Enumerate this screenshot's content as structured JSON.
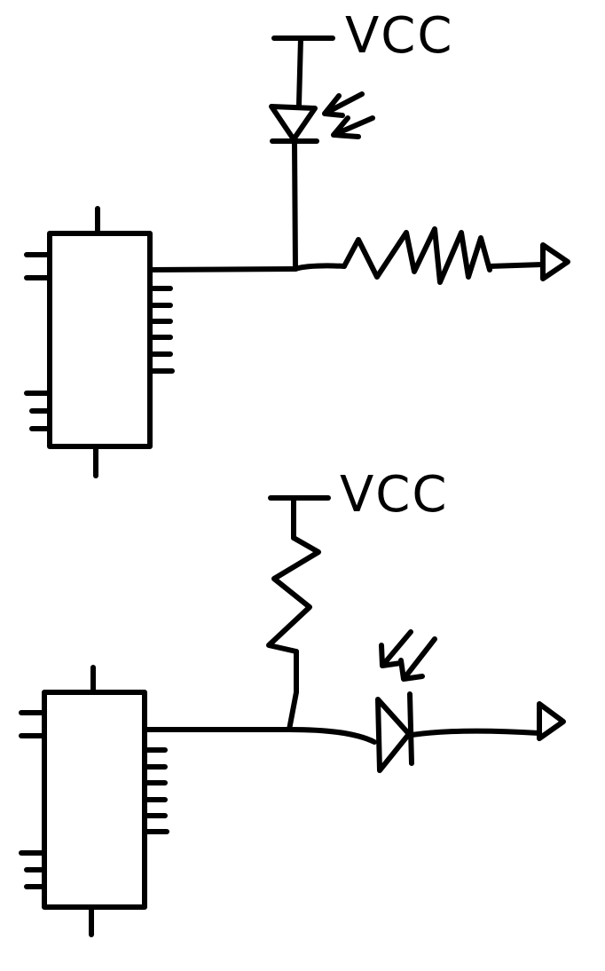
{
  "colors": {
    "background": "#ffffff",
    "ink": "#000000"
  },
  "circuits": [
    {
      "supply_label": "VCC",
      "components": [
        "ic",
        "led-icon",
        "resistor-icon",
        "output-arrow-icon"
      ]
    },
    {
      "supply_label": "VCC",
      "components": [
        "ic",
        "resistor-icon",
        "led-icon",
        "output-arrow-icon"
      ]
    }
  ]
}
